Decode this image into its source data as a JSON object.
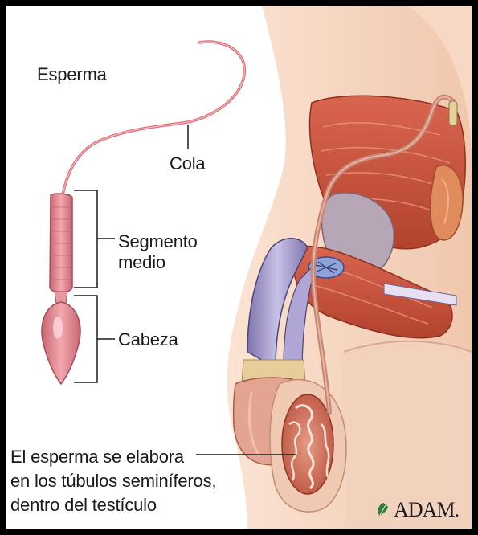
{
  "labels": {
    "sperm": "Esperma",
    "tail": "Cola",
    "midpiece_line1": "Segmento",
    "midpiece_line2": "medio",
    "head": "Cabeza",
    "caption_line1": "El esperma se elabora",
    "caption_line2": "en los túbulos seminíferos,",
    "caption_line3": "dentro del testículo"
  },
  "logo": {
    "text": "ADAM."
  },
  "colors": {
    "skin": "#f1cfb8",
    "muscle": "#c8503f",
    "sperm": "#e08a92",
    "duct": "#d8927c",
    "urethra": "#9a8fc2"
  },
  "icons": [
    "leaf-icon"
  ]
}
